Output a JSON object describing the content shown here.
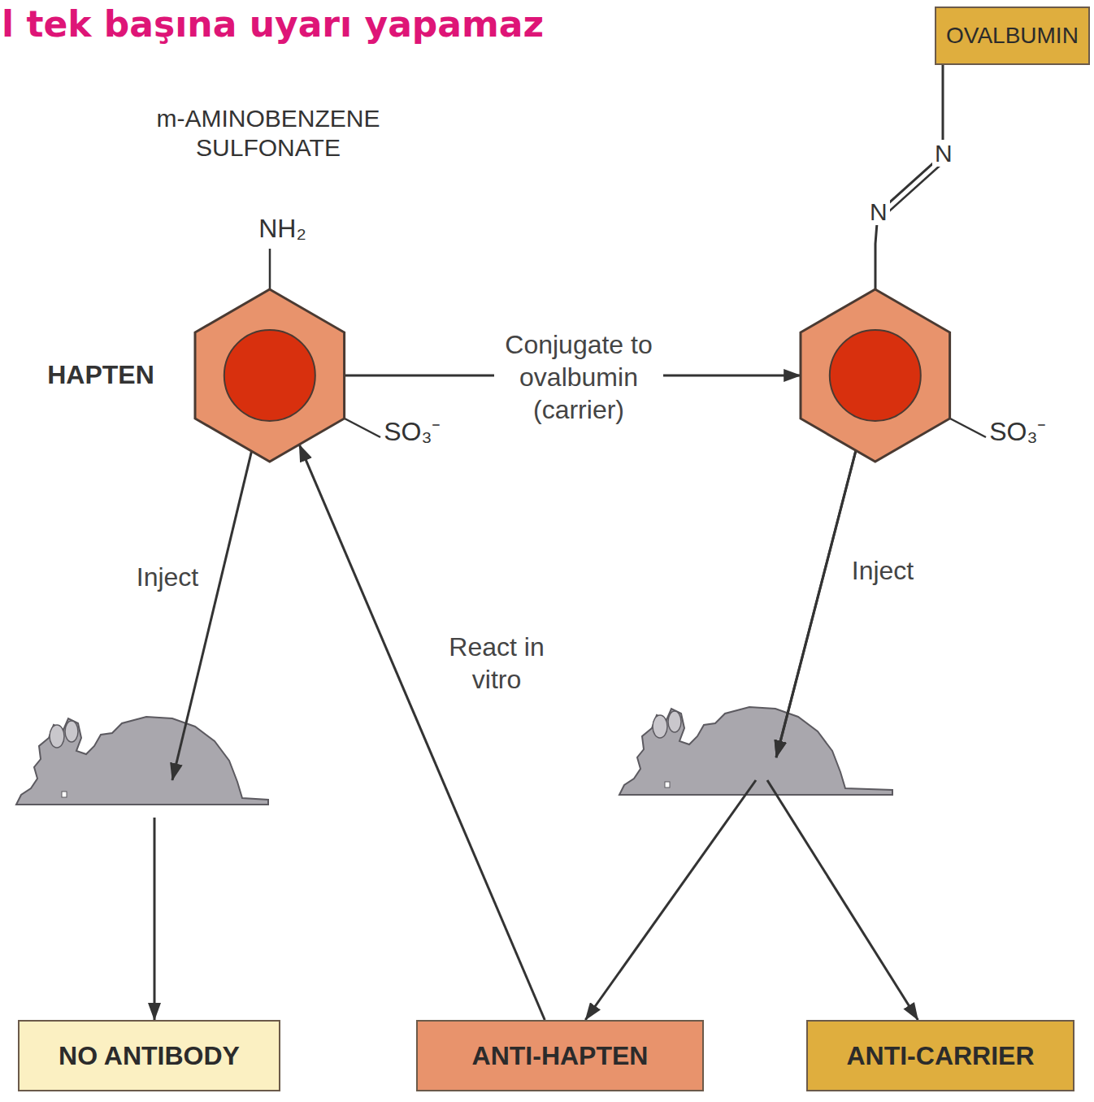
{
  "diagram": {
    "title": "l tek başına uyarı yapamaz",
    "nodes": [
      {
        "text": [
          "OVALBUMIN"
        ]
      },
      {
        "text": [
          "NH₂",
          "HAPTEN",
          "SO₃⁻"
        ]
      },
      {
        "text": [
          "SO₃⁻"
        ]
      },
      {
        "text": [
          "NO ANTIBODY"
        ]
      },
      {
        "text": [
          "ANTI-HAPTEN"
        ]
      },
      {
        "text": [
          "ANTI-CARRIER"
        ]
      }
    ],
    "edges": [
      {
        "from": 0,
        "to": 2,
        "arrow": "none"
      },
      {
        "from": 1,
        "to": 2,
        "label": "Conjugate to ovalbumin (carrier)",
        "arrow": "to"
      },
      {
        "from": 1,
        "to": 3,
        "label": "Inject",
        "arrow": "to"
      },
      {
        "from": 2,
        "to": 4,
        "label": "Inject",
        "arrow": "to"
      },
      {
        "from": 2,
        "to": 5,
        "arrow": "to"
      },
      {
        "from": 4,
        "to": 1,
        "label": "React in vitro",
        "arrow": "to"
      }
    ],
    "labels": [
      "m-AMINOBENZENE SULFONATE",
      "N",
      "N"
    ]
  }
}
